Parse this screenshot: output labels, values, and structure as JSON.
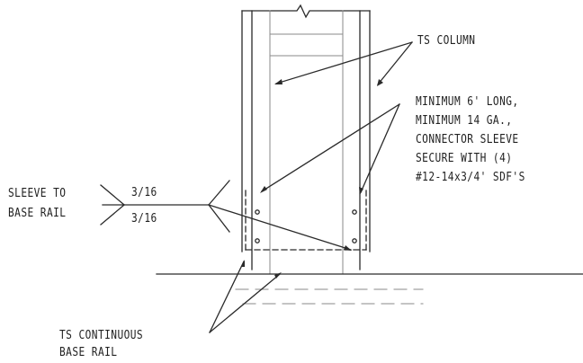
{
  "colors": {
    "line": "#2a2a2a",
    "light_line": "#8a8a8a",
    "background": "#ffffff"
  },
  "labels": {
    "ts_column": "TS COLUMN",
    "connector_sleeve": [
      "MINIMUM 6' LONG,",
      "MINIMUM 14 GA.,",
      "CONNECTOR SLEEVE",
      "SECURE WITH (4)",
      "#12-14x3/4' SDF'S"
    ],
    "sleeve_to_base_rail": [
      "SLEEVE TO",
      "BASE RAIL"
    ],
    "weld_size_top": "3/16",
    "weld_size_bottom": "3/16",
    "base_rail": [
      "TS CONTINUOUS",
      "BASE RAIL"
    ]
  }
}
